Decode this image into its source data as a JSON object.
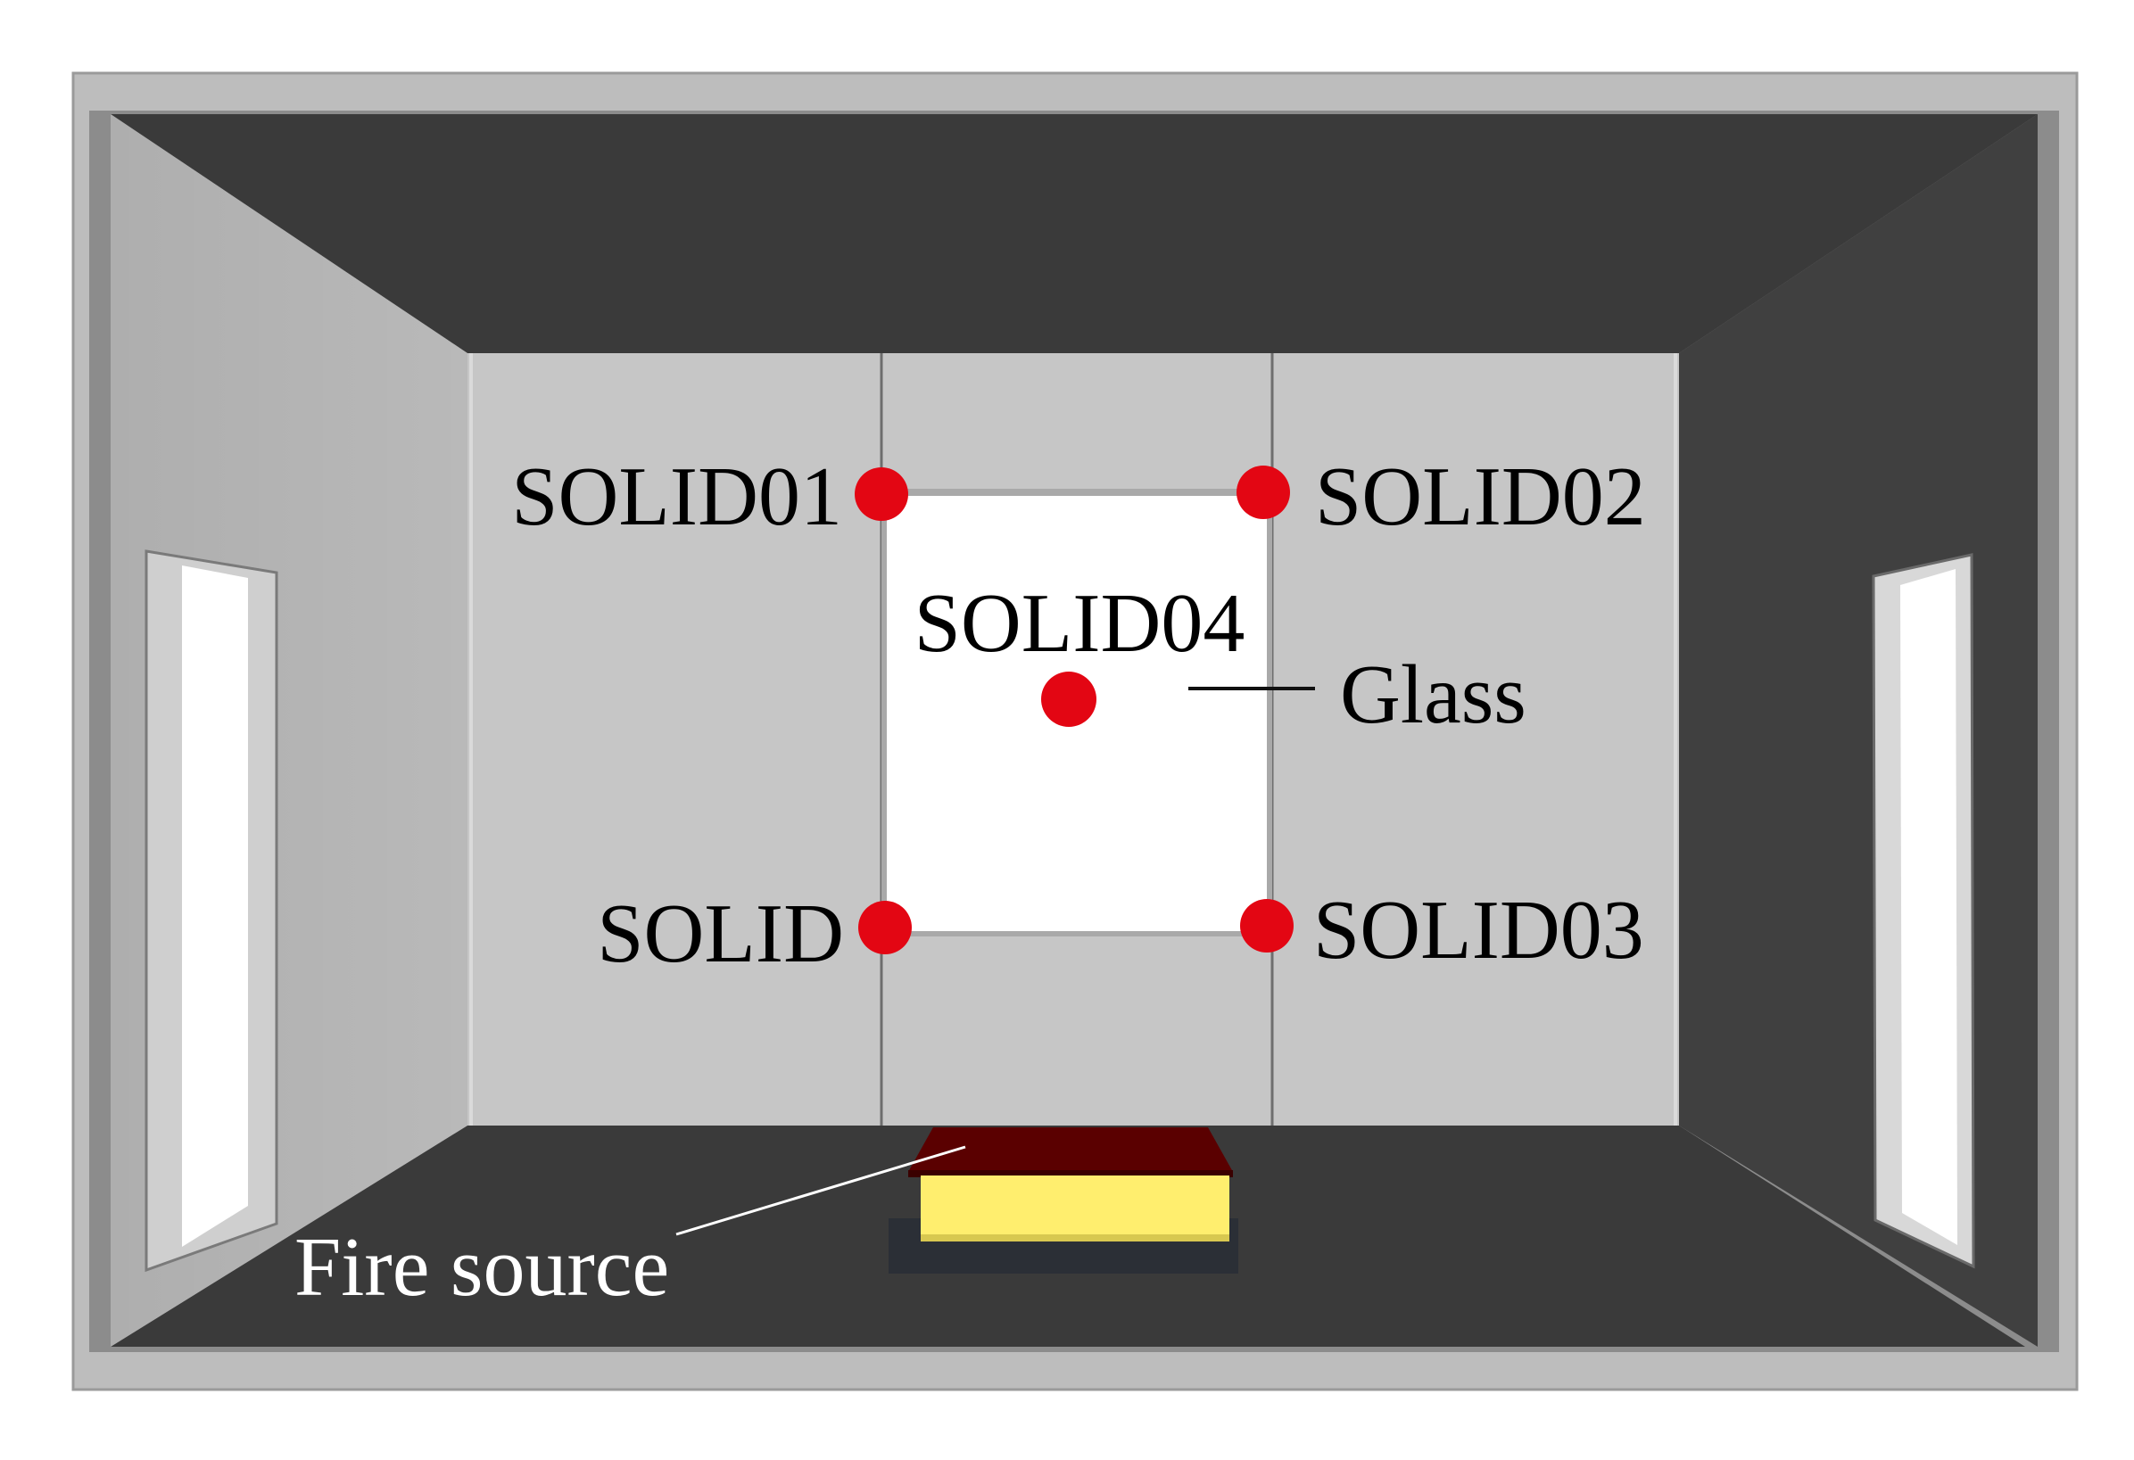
{
  "diagram": {
    "labels": {
      "solid01": "SOLID01",
      "solid02": "SOLID02",
      "solid03": "SOLID03",
      "solid04": "SOLID04",
      "solid": "SOLID",
      "glass": "Glass",
      "fire_source": "Fire source"
    },
    "colors": {
      "sensor": "#e30613",
      "fire_top": "#5a0000",
      "fire_body": "#ffee6e",
      "floor": "#3a3a3a",
      "ceiling": "#3a3a3a",
      "right_wall": "#3e3e3e",
      "left_wall": "#b9b9b9",
      "back_wall": "#c6c6c6",
      "glass": "#ffffff",
      "frame": "#bdbdbd"
    }
  }
}
